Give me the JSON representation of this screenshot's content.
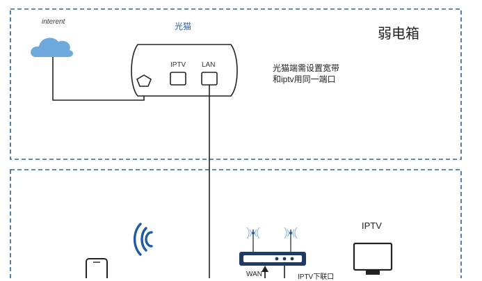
{
  "top_box": {
    "modem_title": "光猫",
    "cabinet_label": "弱电箱",
    "internet_label": "interent",
    "port_iptv": "IPTV",
    "port_lan": "LAN",
    "note_line1": "光猫端需设置宽带",
    "note_line2": "和iptv用同一端口"
  },
  "bottom_box": {
    "tv_label": "IPTV",
    "router_wan": "WAN",
    "router_iptv_port": "IPTV下联口"
  },
  "colors": {
    "dash_border": "#2f5f9e",
    "cloud": "#6fa8dc",
    "title_blue": "#2f5f9e",
    "wifi_blue": "#1f5aa6",
    "router_body": "#1f3b63",
    "line": "#222222"
  }
}
